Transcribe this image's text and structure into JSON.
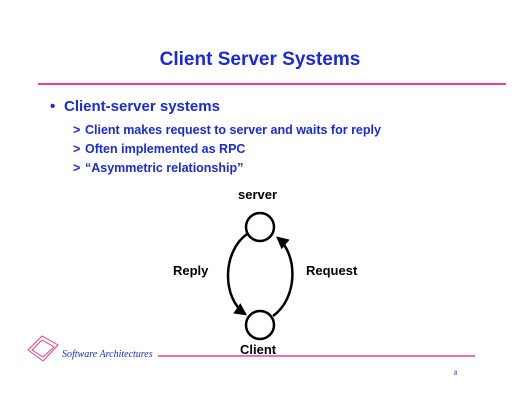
{
  "slide": {
    "title": "Client Server Systems",
    "bullet": {
      "marker": "•",
      "text": "Client-server systems"
    },
    "subpoints": [
      {
        "marker": ">",
        "text": "Client makes request to server and waits for reply"
      },
      {
        "marker": ">",
        "text": "Often implemented as RPC"
      },
      {
        "marker": ">",
        "text": "“Asymmetric relationship”"
      }
    ],
    "diagram": {
      "server_label": "server",
      "client_label": "Client",
      "reply_label": "Reply",
      "request_label": "Request"
    },
    "footer": {
      "text": "Software Architectures",
      "page_number": "8"
    },
    "colors": {
      "text_accent": "#1a2ad8",
      "rule_accent": "#e8408a"
    }
  }
}
